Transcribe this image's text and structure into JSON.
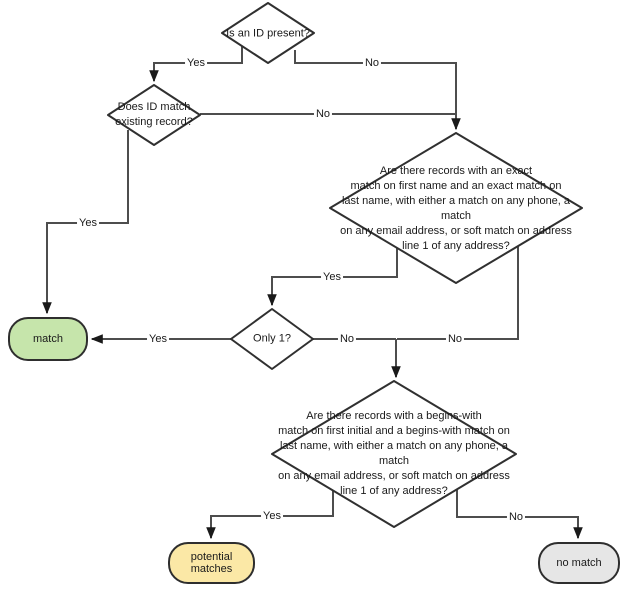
{
  "flowchart": {
    "nodes": {
      "is_id_present": {
        "label": "Is an ID present?",
        "type": "decision"
      },
      "does_id_match": {
        "label": "Does ID match\nexisting record?",
        "type": "decision"
      },
      "exact_match_question": {
        "label": "Are there records with an exact\nmatch on first name and an exact match on\nlast name, with either a match on any phone, a match\non any email address, or soft match on address\nline 1 of any address?",
        "type": "decision"
      },
      "only_one": {
        "label": "Only 1?",
        "type": "decision"
      },
      "begins_with_question": {
        "label": "Are there records with a begins-with\nmatch on first initial and a begins-with match on\nlast name, with either a match on any phone, a match\non any email address, or soft match on address\nline 1 of any address?",
        "type": "decision"
      },
      "match": {
        "label": "match",
        "type": "terminal",
        "fill": "#c6e5ab"
      },
      "potential_matches": {
        "label": "potential matches",
        "type": "terminal",
        "fill": "#fbe8a6"
      },
      "no_match": {
        "label": "no match",
        "type": "terminal",
        "fill": "#e6e6e6"
      }
    },
    "edge_labels": {
      "id_present_yes": "Yes",
      "id_present_no": "No",
      "id_match_yes": "Yes",
      "id_match_no": "No",
      "exact_match_yes": "Yes",
      "exact_match_no": "No",
      "only_one_yes": "Yes",
      "only_one_no": "No",
      "begins_with_yes": "Yes",
      "begins_with_no": "No"
    },
    "colors": {
      "background": "#ffffff",
      "connector_line": "#4d4d4d",
      "shape_border": "#303030",
      "match_fill": "#c6e5ab",
      "potential_matches_fill": "#fbe8a6",
      "no_match_fill": "#e6e6e6",
      "decision_fill": "#ffffff"
    }
  }
}
